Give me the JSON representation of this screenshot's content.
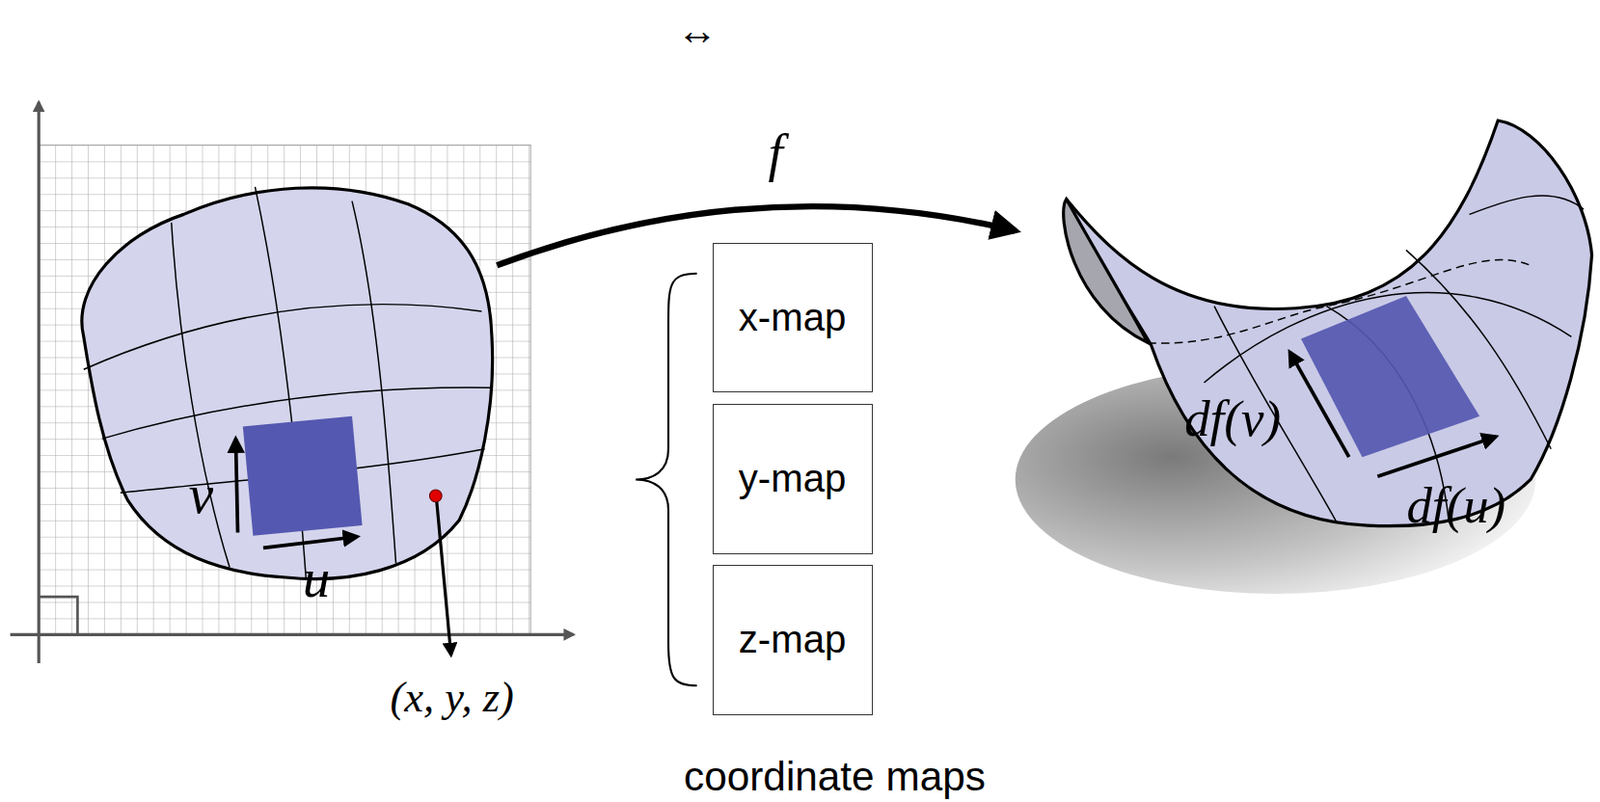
{
  "diagram": {
    "nodes": [
      {
        "text": [
          "x-map"
        ]
      },
      {
        "text": [
          "y-map"
        ]
      },
      {
        "text": [
          "z-map"
        ]
      }
    ],
    "labels": [
      "↔",
      "f",
      "v",
      "u",
      "(x, y, z)",
      "df(v)",
      "df(u)",
      "coordinate maps"
    ]
  }
}
